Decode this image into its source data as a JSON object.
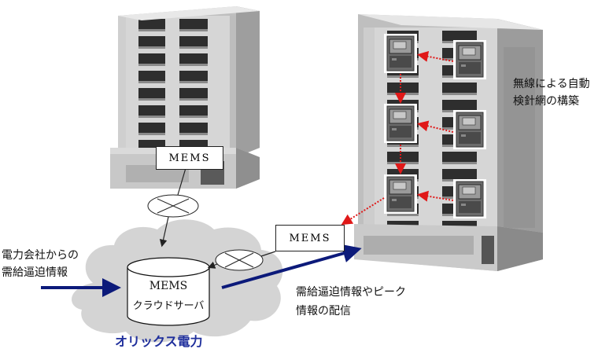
{
  "labels": {
    "mems_box_top": "MEMS",
    "mems_box_mid": "MEMS",
    "server_title": "MEMS",
    "server_sub": "クラウドサーバ",
    "utility_info_line1": "電力会社からの",
    "utility_info_line2": "需給逼迫情報",
    "wireless_line1": "無線による自動",
    "wireless_line2": "検針網の構築",
    "delivery_line1": "需給逼迫情報やピーク",
    "delivery_line2": "情報の配信",
    "company_name": "オリックス電力"
  },
  "colors": {
    "building_light": "#d9d9d9",
    "building_mid": "#a6a6a6",
    "building_dark": "#3a3a3a",
    "cloud": "#d4d4d4",
    "arrow_blue": "#0c1a7a",
    "company_text": "#1f2f9c",
    "wireless_red": "#e01818"
  },
  "icons": {
    "meter": "smart-meter-icon",
    "router": "router-icon",
    "database": "database-cylinder-icon",
    "cloud": "cloud-icon"
  }
}
